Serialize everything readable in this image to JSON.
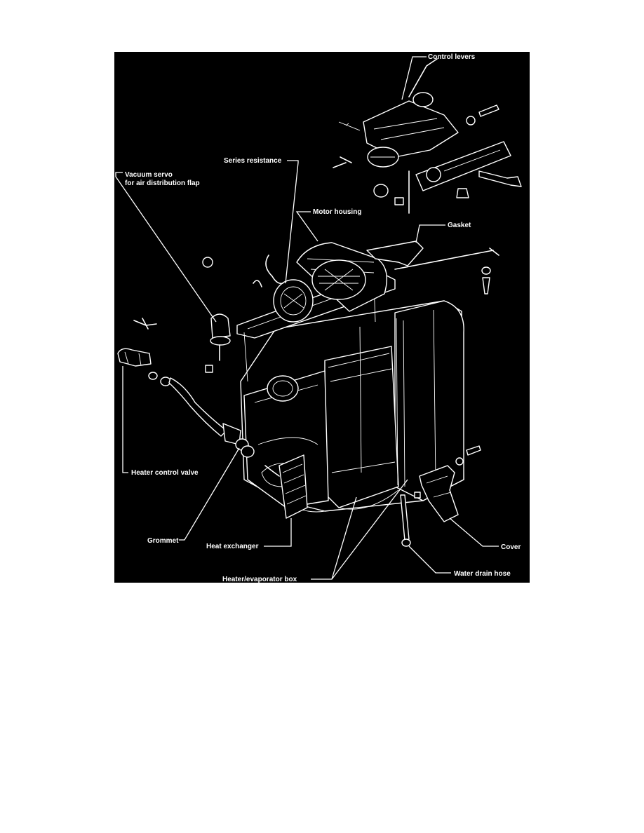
{
  "labels": {
    "control_levers": "Control levers",
    "series_resistance": "Series resistance",
    "vacuum_servo_line1": "Vacuum servo",
    "vacuum_servo_line2": "for air distribution flap",
    "motor_housing": "Motor housing",
    "gasket": "Gasket",
    "heater_control_valve": "Heater control valve",
    "grommet": "Grommet",
    "heat_exchanger": "Heat exchanger",
    "heater_evaporator_box": "Heater/evaporator box",
    "cover": "Cover",
    "water_drain_hose": "Water drain hose"
  },
  "colors": {
    "background": "#000000",
    "linework": "#ffffff",
    "page": "#ffffff"
  }
}
